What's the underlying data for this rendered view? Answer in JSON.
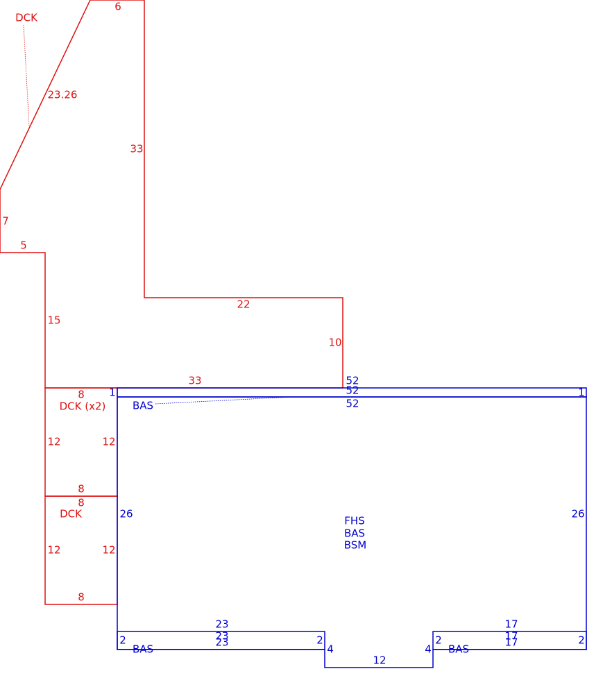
{
  "colors": {
    "deck": "#dd1111",
    "building": "#0000cc",
    "leader": "#555555"
  },
  "deck_labels": {
    "dck_top": "DCK",
    "top_6": "6",
    "diag_23_26": "23.26",
    "right_33": "33",
    "left_7": "7",
    "ledge_5": "5",
    "left_15": "15",
    "bottom_22": "22",
    "step_10": "10",
    "bottom_33": "33",
    "upper_deck_top_8": "8",
    "upper_deck_name": "DCK (x2)",
    "upper_deck_left_12": "12",
    "upper_deck_right_12": "12",
    "upper_deck_bottom_8": "8",
    "lower_deck_top_8": "8",
    "lower_deck_name": "DCK",
    "lower_deck_left_12": "12",
    "lower_deck_right_12": "12",
    "lower_deck_bottom_8": "8"
  },
  "building_labels": {
    "strip_top_52": "52",
    "strip_bottom_52": "52",
    "main_top_52": "52",
    "strip_left_1": "1",
    "strip_right_1": "1",
    "bas_leader": "BAS",
    "main_left_26": "26",
    "main_right_26": "26",
    "code_fhs": "FHS",
    "code_bas": "BAS",
    "code_bsm": "BSM",
    "left_ext_top_23": "23",
    "left_ext_mid_23": "23",
    "left_ext_bottom_23": "23",
    "left_ext_left_2": "2",
    "left_ext_right_2": "2",
    "left_ext_name": "BAS",
    "notch_left_4": "4",
    "notch_right_4": "4",
    "notch_bottom_12": "12",
    "right_ext_top_17": "17",
    "right_ext_mid_17": "17",
    "right_ext_bottom_17": "17",
    "right_ext_left_2": "2",
    "right_ext_right_2": "2",
    "right_ext_name": "BAS"
  }
}
